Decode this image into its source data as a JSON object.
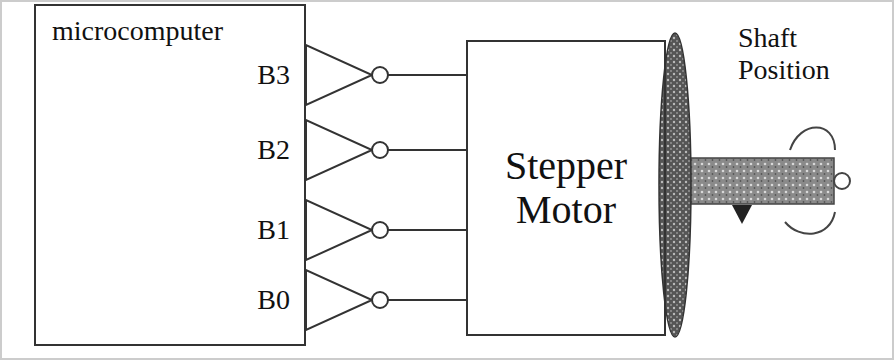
{
  "diagram": {
    "nodes": [
      {
        "text": [
          "microcomputer"
        ]
      },
      {
        "text": [
          "Stepper Motor"
        ]
      }
    ],
    "edges": [
      {
        "from": 0,
        "to": 1,
        "arrow": "none"
      },
      {
        "from": 0,
        "to": 1,
        "arrow": "none"
      },
      {
        "from": 0,
        "to": 1,
        "arrow": "none"
      },
      {
        "from": 0,
        "to": 1,
        "arrow": "none"
      }
    ],
    "labels": [
      "B3",
      "B2",
      "B1",
      "B0",
      "Shaft Position"
    ]
  }
}
